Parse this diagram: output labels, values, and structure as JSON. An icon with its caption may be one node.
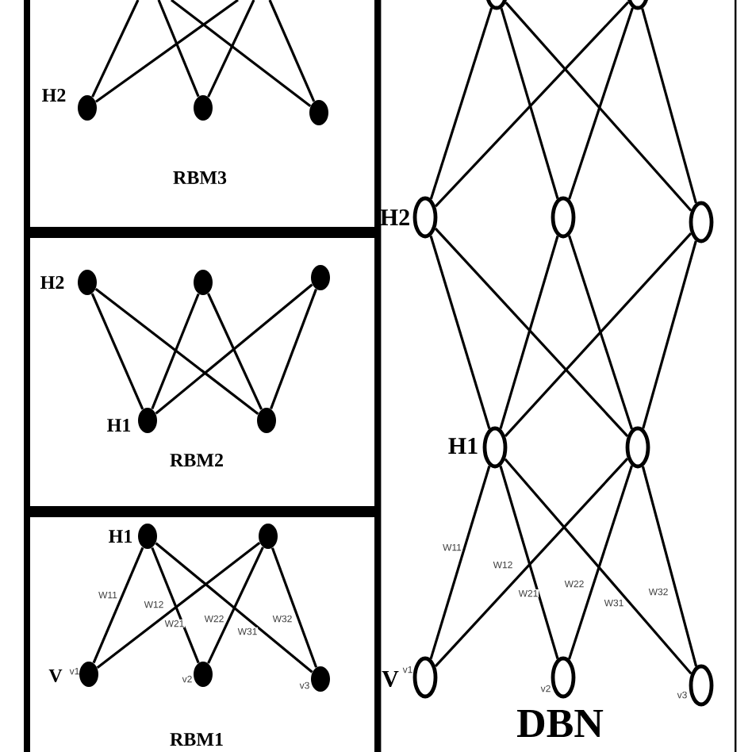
{
  "diagram": {
    "nodes": [
      {
        "text": [
          "RBM3"
        ]
      },
      {
        "text": [],
        "shape": "circle",
        "in": 0,
        "beside": [
          "H2"
        ]
      },
      {
        "text": [],
        "shape": "circle",
        "in": 0
      },
      {
        "text": [],
        "shape": "circle",
        "in": 0
      },
      {
        "text": [
          "RBM2"
        ]
      },
      {
        "text": [],
        "shape": "circle",
        "in": 4,
        "beside": [
          "H2"
        ]
      },
      {
        "text": [],
        "shape": "circle",
        "in": 4
      },
      {
        "text": [],
        "shape": "circle",
        "in": 4
      },
      {
        "text": [],
        "shape": "circle",
        "in": 4,
        "beside": [
          "H1"
        ]
      },
      {
        "text": [],
        "shape": "circle",
        "in": 4
      },
      {
        "text": [
          "RBM1"
        ]
      },
      {
        "text": [],
        "shape": "circle",
        "in": 10,
        "beside": [
          "H1"
        ]
      },
      {
        "text": [],
        "shape": "circle",
        "in": 10
      },
      {
        "text": [],
        "shape": "circle",
        "in": 10,
        "beside": [
          "V",
          "v1"
        ]
      },
      {
        "text": [],
        "shape": "circle",
        "in": 10,
        "beside": [
          "v2"
        ]
      },
      {
        "text": [],
        "shape": "circle",
        "in": 10,
        "beside": [
          "v3"
        ]
      },
      {
        "text": [
          "DBN"
        ]
      },
      {
        "text": [],
        "shape": "circle",
        "in": 16
      },
      {
        "text": [],
        "shape": "circle",
        "in": 16
      },
      {
        "text": [],
        "shape": "circle",
        "in": 16,
        "beside": [
          "H2"
        ]
      },
      {
        "text": [],
        "shape": "circle",
        "in": 16
      },
      {
        "text": [],
        "shape": "circle",
        "in": 16
      },
      {
        "text": [],
        "shape": "circle",
        "in": 16,
        "beside": [
          "H1"
        ]
      },
      {
        "text": [],
        "shape": "circle",
        "in": 16
      },
      {
        "text": [],
        "shape": "circle",
        "in": 16,
        "beside": [
          "V",
          "v1"
        ]
      },
      {
        "text": [],
        "shape": "circle",
        "in": 16,
        "beside": [
          "v2"
        ]
      },
      {
        "text": [],
        "shape": "circle",
        "in": 16,
        "beside": [
          "v3"
        ]
      }
    ],
    "edges": [
      {
        "from": null,
        "to": 1,
        "arrow": "none"
      },
      {
        "from": null,
        "to": 1,
        "arrow": "none"
      },
      {
        "from": null,
        "to": 2,
        "arrow": "none"
      },
      {
        "from": null,
        "to": 2,
        "arrow": "none"
      },
      {
        "from": null,
        "to": 3,
        "arrow": "none"
      },
      {
        "from": null,
        "to": 3,
        "arrow": "none"
      },
      {
        "from": 5,
        "to": 8,
        "arrow": "none"
      },
      {
        "from": 5,
        "to": 9,
        "arrow": "none"
      },
      {
        "from": 6,
        "to": 8,
        "arrow": "none"
      },
      {
        "from": 6,
        "to": 9,
        "arrow": "none"
      },
      {
        "from": 7,
        "to": 8,
        "arrow": "none"
      },
      {
        "from": 7,
        "to": 9,
        "arrow": "none"
      },
      {
        "from": 11,
        "to": 13,
        "arrow": "none",
        "label": "W11"
      },
      {
        "from": 12,
        "to": 13,
        "arrow": "none",
        "label": "W12"
      },
      {
        "from": 11,
        "to": 14,
        "arrow": "none",
        "label": "W21"
      },
      {
        "from": 12,
        "to": 14,
        "arrow": "none",
        "label": "W22"
      },
      {
        "from": 11,
        "to": 15,
        "arrow": "none",
        "label": "W31"
      },
      {
        "from": 12,
        "to": 15,
        "arrow": "none",
        "label": "W32"
      },
      {
        "from": 17,
        "to": 19,
        "arrow": "none"
      },
      {
        "from": 17,
        "to": 20,
        "arrow": "none"
      },
      {
        "from": 17,
        "to": 21,
        "arrow": "none"
      },
      {
        "from": 18,
        "to": 19,
        "arrow": "none"
      },
      {
        "from": 18,
        "to": 20,
        "arrow": "none"
      },
      {
        "from": 18,
        "to": 21,
        "arrow": "none"
      },
      {
        "from": 19,
        "to": 22,
        "arrow": "none"
      },
      {
        "from": 19,
        "to": 23,
        "arrow": "none"
      },
      {
        "from": 20,
        "to": 22,
        "arrow": "none"
      },
      {
        "from": 20,
        "to": 23,
        "arrow": "none"
      },
      {
        "from": 21,
        "to": 22,
        "arrow": "none"
      },
      {
        "from": 21,
        "to": 23,
        "arrow": "none"
      },
      {
        "from": 22,
        "to": 24,
        "arrow": "none",
        "label": "W11"
      },
      {
        "from": 23,
        "to": 24,
        "arrow": "none",
        "label": "W12"
      },
      {
        "from": 22,
        "to": 25,
        "arrow": "none",
        "label": "W21"
      },
      {
        "from": 23,
        "to": 25,
        "arrow": "none",
        "label": "W22"
      },
      {
        "from": 22,
        "to": 26,
        "arrow": "none",
        "label": "W31"
      },
      {
        "from": 23,
        "to": 26,
        "arrow": "none",
        "label": "W32"
      }
    ]
  }
}
